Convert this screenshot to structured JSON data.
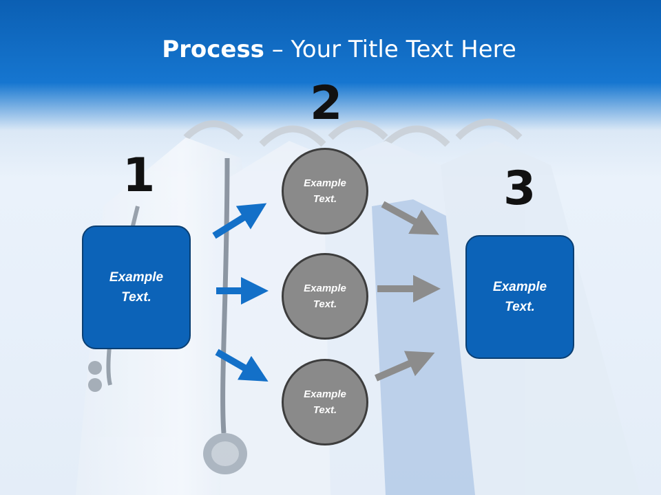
{
  "slide": {
    "title_bold": "Process",
    "title_rest": " – Your Title Text Here",
    "steps": [
      {
        "number": "1",
        "text": "Example\nText."
      },
      {
        "number": "2",
        "circles": [
          "Example\nText.",
          "Example\nText.",
          "Example\nText."
        ]
      },
      {
        "number": "3",
        "text": "Example\nText."
      }
    ]
  },
  "colors": {
    "header_blue": "#0b5fb3",
    "box_blue": "#0c63b8",
    "circle_gray": "#8a8a8a",
    "arrow_blue": "#1370c8",
    "arrow_gray": "#8c8c8c"
  }
}
